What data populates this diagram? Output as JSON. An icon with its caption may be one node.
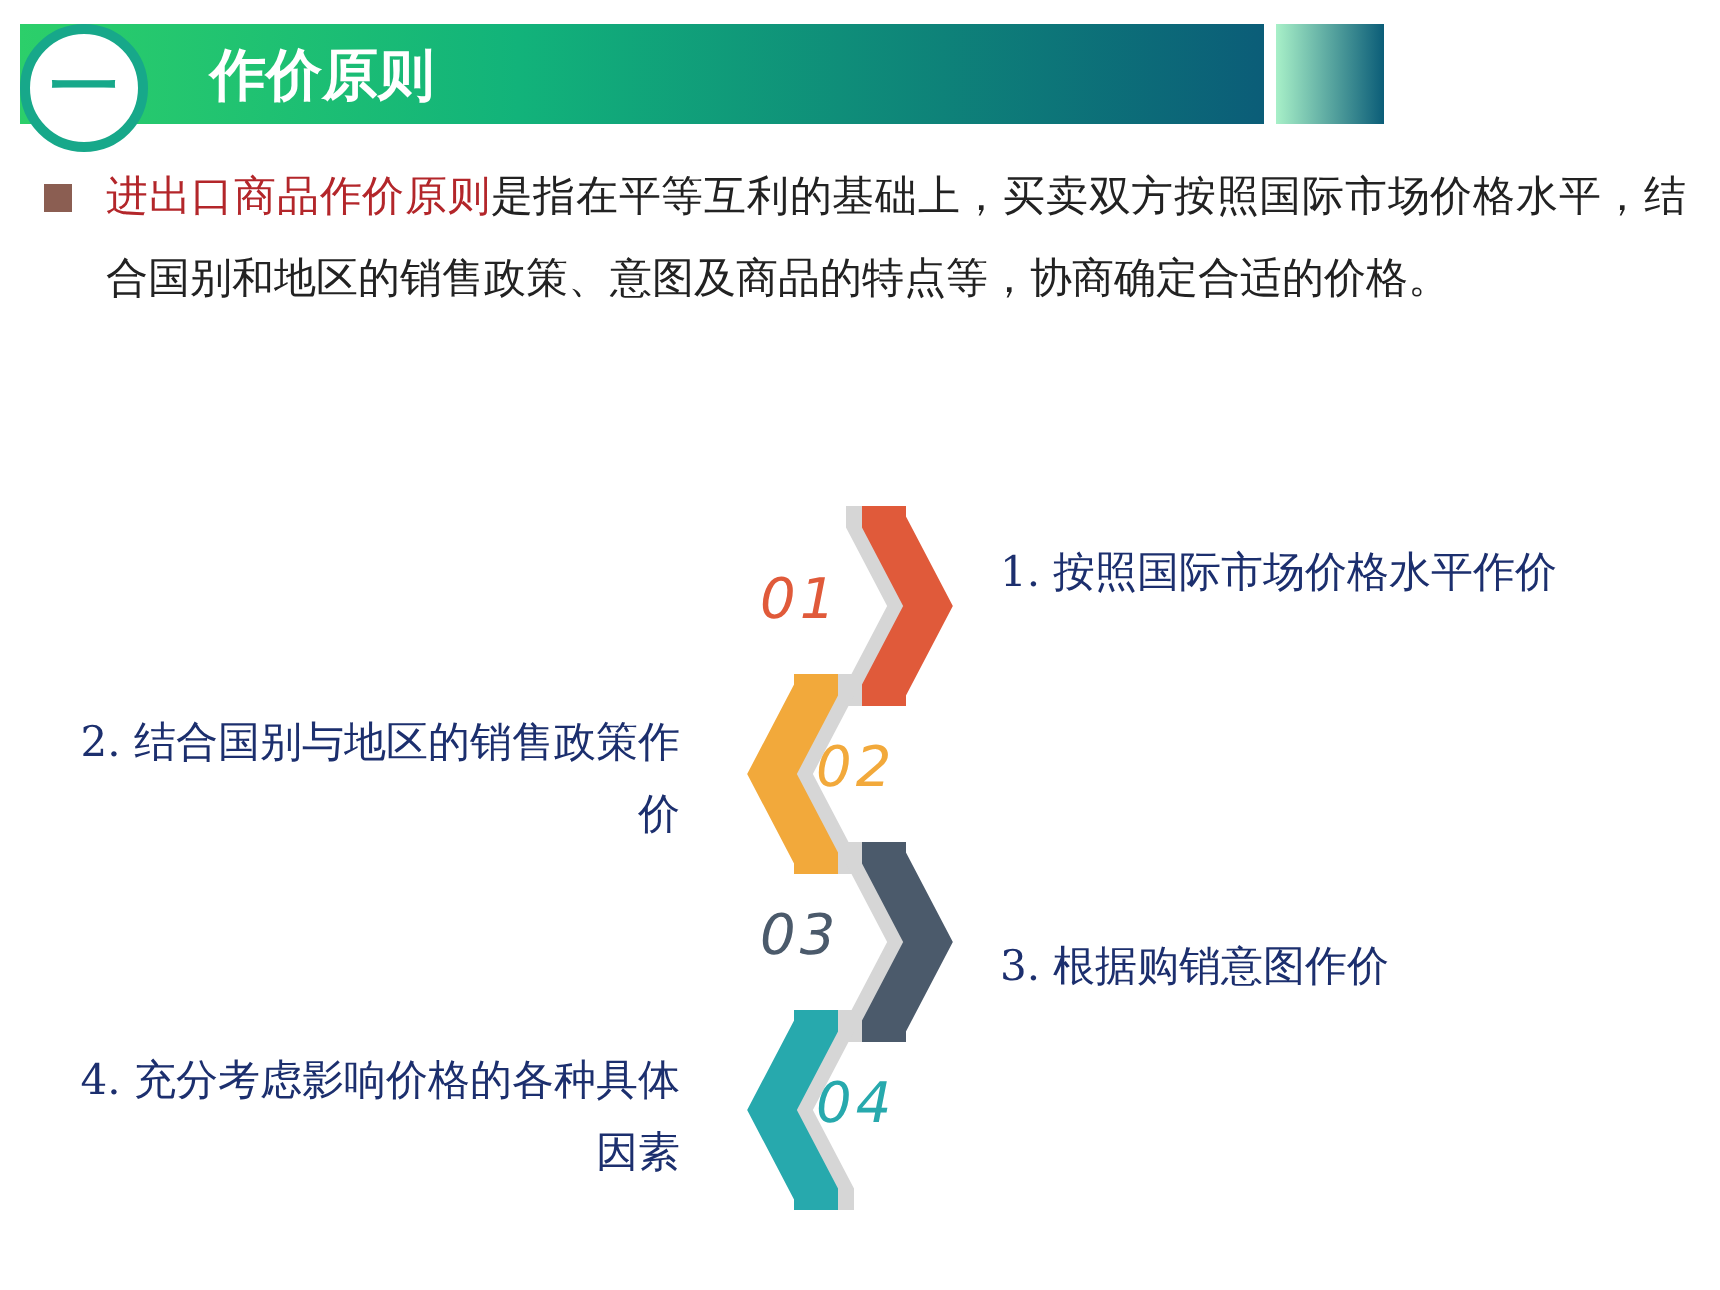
{
  "diagram": {
    "title": "作价原则",
    "nodes": [
      {
        "text": [
          "01"
        ],
        "beside": [
          "1. 按照国际市场价格水平作价"
        ]
      },
      {
        "text": [
          "02"
        ],
        "beside": [
          "2. 结合国别与地区的销售政策作价"
        ]
      },
      {
        "text": [
          "03"
        ],
        "beside": [
          "3. 根据购销意图作价"
        ]
      },
      {
        "text": [
          "04"
        ],
        "beside": [
          "4. 充分考虑影响价格的各种具体因素"
        ]
      }
    ],
    "labels": [
      "一",
      "**进出口商品作价原则**是指在平等互利的基础上，买卖双方按照国际市场价格水平，结合国别和地区的销售政策、意图及商品的特点等，协商确定合适的价格。"
    ]
  }
}
